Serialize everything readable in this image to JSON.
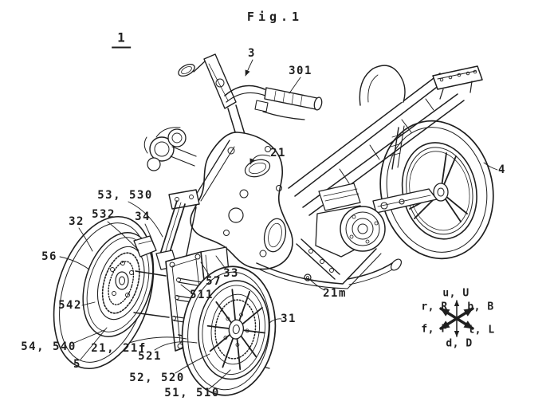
{
  "figure": {
    "caption": "Fig.1",
    "drawing_number": "1"
  },
  "reference_labels": [
    {
      "text": "3"
    },
    {
      "text": "301"
    },
    {
      "text": "21"
    },
    {
      "text": "4"
    },
    {
      "text": "53, 530"
    },
    {
      "text": "532"
    },
    {
      "text": "34"
    },
    {
      "text": "32"
    },
    {
      "text": "56"
    },
    {
      "text": "542"
    },
    {
      "text": "54, 540"
    },
    {
      "text": "5"
    },
    {
      "text": "21, 21f"
    },
    {
      "text": "521"
    },
    {
      "text": "52, 520"
    },
    {
      "text": "51, 510"
    },
    {
      "text": "57"
    },
    {
      "text": "33"
    },
    {
      "text": "511"
    },
    {
      "text": "21m"
    },
    {
      "text": "31"
    }
  ],
  "compass": {
    "up": "u, U",
    "right": "r, R",
    "back": "b, B",
    "front": "f, F",
    "left": "l, L",
    "down": "d, D"
  },
  "colors": {
    "ink": "#1f1f1f",
    "background": "#ffffff"
  }
}
